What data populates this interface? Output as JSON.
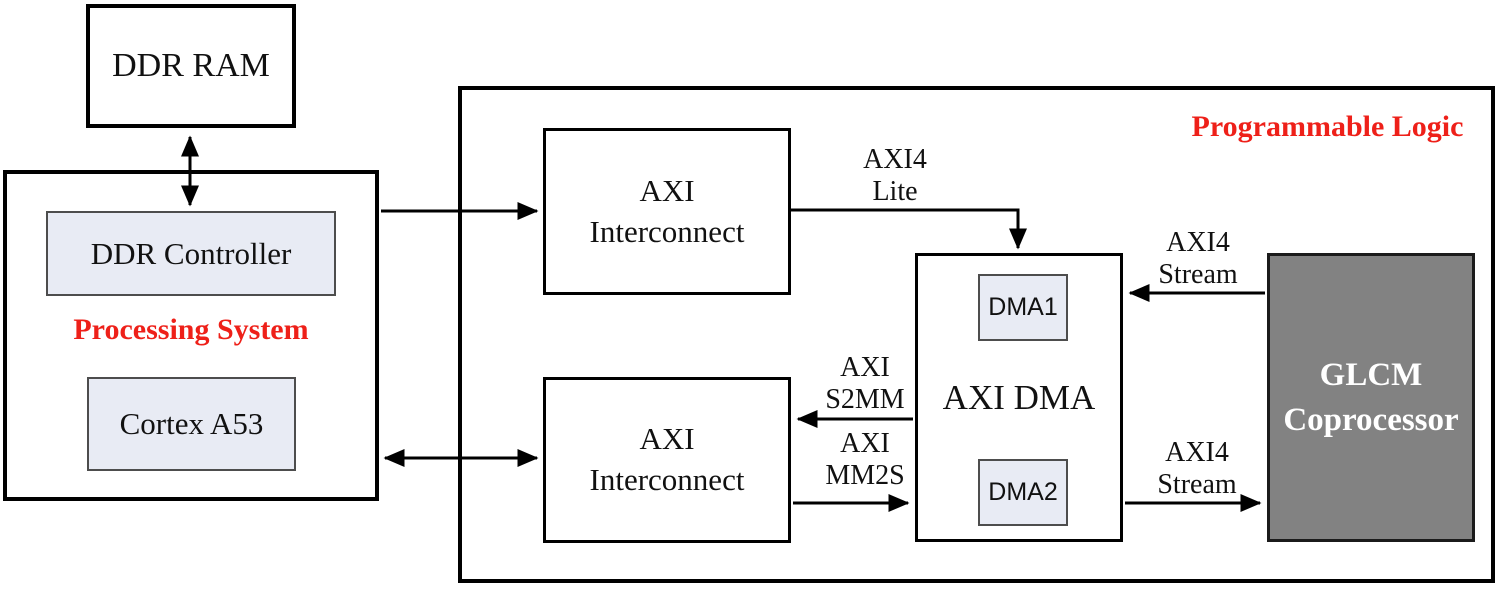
{
  "diagram": {
    "ddr_ram": {
      "label": "DDR RAM"
    },
    "processing_system": {
      "title": "Processing System",
      "ddr_controller": {
        "label": "DDR Controller"
      },
      "cortex_a53": {
        "label": "Cortex A53"
      }
    },
    "programmable_logic": {
      "title": "Programmable Logic",
      "axi_interconnect_top": {
        "line1": "AXI",
        "line2": "Interconnect"
      },
      "axi_interconnect_bottom": {
        "line1": "AXI",
        "line2": "Interconnect"
      },
      "axi_dma": {
        "label": "AXI DMA",
        "dma1": {
          "label": "DMA1"
        },
        "dma2": {
          "label": "DMA2"
        }
      },
      "glcm_coprocessor": {
        "line1": "GLCM",
        "line2": "Coprocessor"
      }
    },
    "bus_labels": {
      "axi4_lite": {
        "line1": "AXI4",
        "line2": "Lite"
      },
      "axi4_stream_top": {
        "line1": "AXI4",
        "line2": "Stream"
      },
      "axi_s2mm": {
        "line1": "AXI",
        "line2": "S2MM"
      },
      "axi_mm2s": {
        "line1": "AXI",
        "line2": "MM2S"
      },
      "axi4_stream_bottom": {
        "line1": "AXI4",
        "line2": "Stream"
      }
    },
    "colors": {
      "accent_red": "#ee2019",
      "block_fill": "#e8ebf4",
      "coprocessor_fill": "#828282"
    }
  }
}
